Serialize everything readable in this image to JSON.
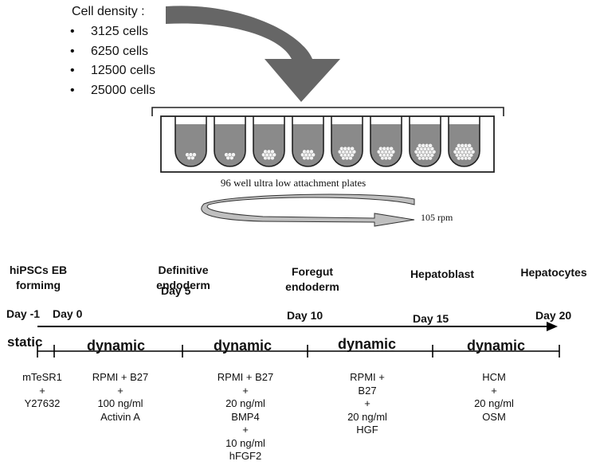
{
  "cell_density": {
    "title": "Cell density :",
    "bullet": "•",
    "items": [
      "3125 cells",
      "6250 cells",
      "12500 cells",
      "25000 cells"
    ]
  },
  "plate": {
    "caption": "96 well ultra low attachment plates",
    "well_count": 8,
    "medium_color": "#8a8a8a"
  },
  "shaker": {
    "speed": "105 rpm"
  },
  "stages": [
    {
      "label_lines": [
        "hiPSCs EB",
        "formimg"
      ]
    },
    {
      "label_lines": [
        "Definitive",
        "endoderm"
      ]
    },
    {
      "label_lines": [
        "Foregut",
        "endoderm"
      ]
    },
    {
      "label_lines": [
        "Hepatoblast"
      ]
    },
    {
      "label_lines": [
        "Hepatocytes"
      ]
    }
  ],
  "days": [
    "Day -1",
    "Day 0",
    "Day 5",
    "Day 10",
    "Day 15",
    "Day 20"
  ],
  "phases": [
    "static",
    "dynamic",
    "dynamic",
    "dynamic",
    "dynamic"
  ],
  "media": [
    [
      "mTeSR1",
      "+",
      "Y27632"
    ],
    [
      "RPMI + B27",
      "+",
      "100 ng/ml",
      "Activin A"
    ],
    [
      "RPMI + B27",
      "+",
      "20 ng/ml",
      "BMP4",
      "+",
      "10 ng/ml",
      "hFGF2"
    ],
    [
      "RPMI +",
      "B27",
      "+",
      "20 ng/ml",
      "HGF"
    ],
    [
      "HCM",
      "+",
      "20 ng/ml",
      "OSM"
    ]
  ]
}
